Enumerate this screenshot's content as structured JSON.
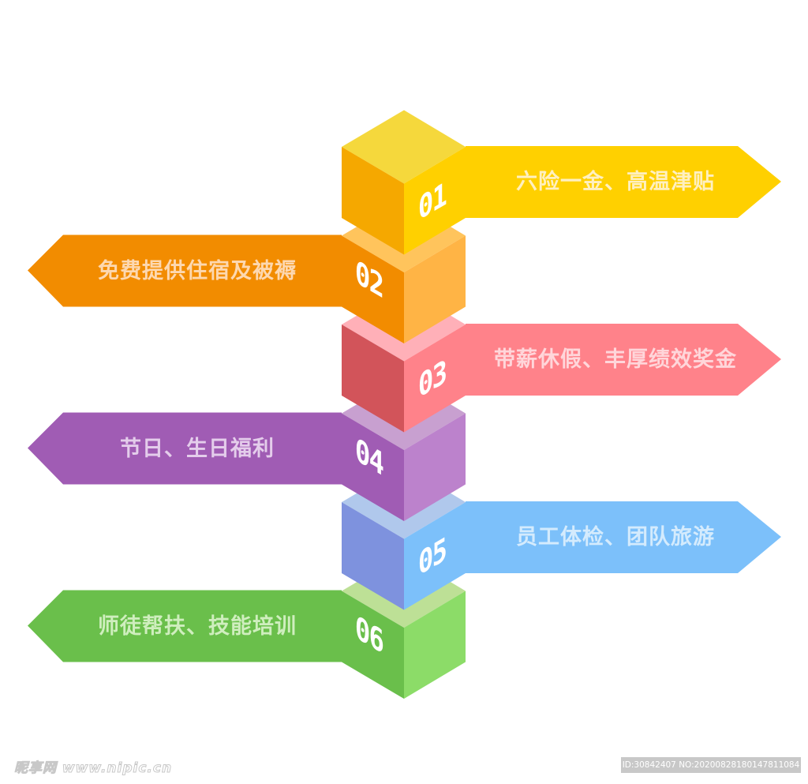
{
  "diagram": {
    "type": "isometric-cube-stack-with-arrow-labels",
    "steps": [
      {
        "number": "01",
        "label": "六险一金、高温津贴",
        "direction": "right",
        "colors": {
          "top": "#f5d83c",
          "left": "#f5a800",
          "right": "#ffd000",
          "arrow": "#ffd000",
          "text": "#fff0c0"
        }
      },
      {
        "number": "02",
        "label": "免费提供住宿及被褥",
        "direction": "left",
        "colors": {
          "top": "#ffc45c",
          "left": "#f28c00",
          "right": "#ffb445",
          "arrow": "#f28c00",
          "text": "#fdd8b0"
        }
      },
      {
        "number": "03",
        "label": "带薪休假、丰厚绩效奖金",
        "direction": "right",
        "colors": {
          "top": "#ffb0b8",
          "left": "#d2545a",
          "right": "#ff828a",
          "arrow": "#ff828a",
          "text": "#ffd6da"
        }
      },
      {
        "number": "04",
        "label": "节日、生日福利",
        "direction": "left",
        "colors": {
          "top": "#c8a0d0",
          "left": "#a05cb4",
          "right": "#bc82cc",
          "arrow": "#a05cb4",
          "text": "#e4cdeb"
        }
      },
      {
        "number": "05",
        "label": "员工体检、团队旅游",
        "direction": "right",
        "colors": {
          "top": "#b0c8ec",
          "left": "#7e92de",
          "right": "#7cc0fa",
          "arrow": "#7cc0fa",
          "text": "#d4ebfd"
        }
      },
      {
        "number": "06",
        "label": "师徒帮扶、技能培训",
        "direction": "left",
        "colors": {
          "top": "#bde096",
          "left": "#6abf4b",
          "right": "#8cdc68",
          "arrow": "#6abf4b",
          "text": "#cfeebe"
        }
      }
    ]
  },
  "watermark": {
    "site": "昵享网 www.nipic.cn",
    "id_text": "ID:30842407 NO:20200828180147811084"
  }
}
